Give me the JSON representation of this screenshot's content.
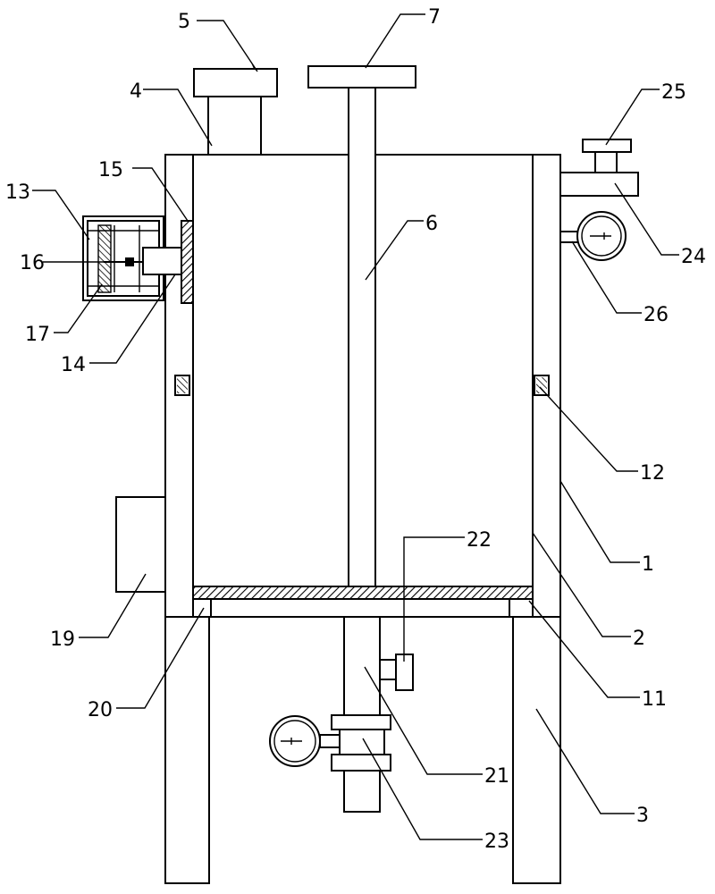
{
  "labels": {
    "l1": "1",
    "l2": "2",
    "l3": "3",
    "l4": "4",
    "l5": "5",
    "l6": "6",
    "l7": "7",
    "l11": "11",
    "l12": "12",
    "l13": "13",
    "l14": "14",
    "l15": "15",
    "l16": "16",
    "l17": "17",
    "l19": "19",
    "l20": "20",
    "l21": "21",
    "l22": "22",
    "l23": "23",
    "l24": "24",
    "l25": "25",
    "l26": "26"
  }
}
